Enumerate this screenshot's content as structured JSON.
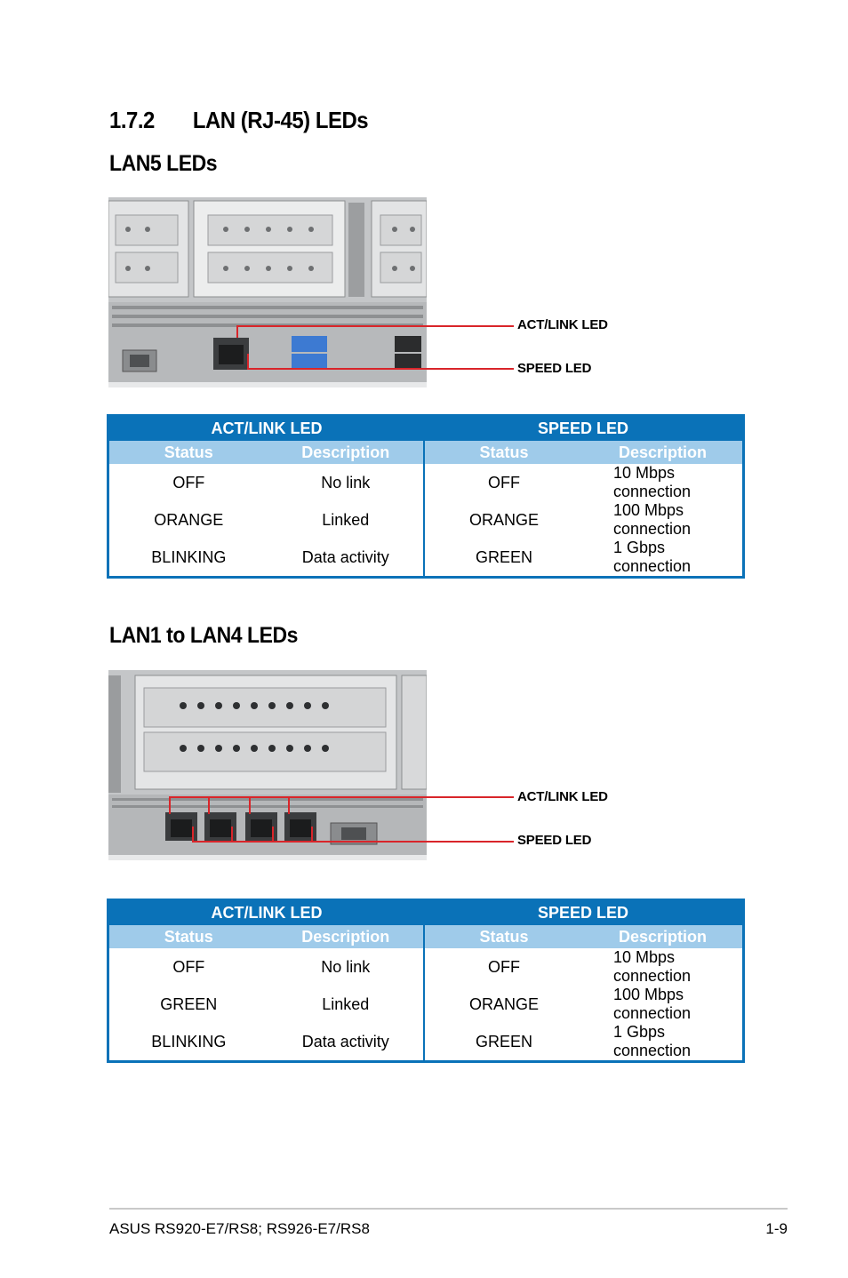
{
  "section": {
    "number": "1.7.2",
    "title": "LAN (RJ-45) LEDs"
  },
  "lan5": {
    "heading": "LAN5 LEDs",
    "callouts": {
      "act_link": "ACT/LINK LED",
      "speed": "SPEED LED"
    },
    "table": {
      "group_left": "ACT/LINK LED",
      "group_right": "SPEED LED",
      "col_status": "Status",
      "col_description": "Description",
      "rows": [
        {
          "act_status": "OFF",
          "act_desc": "No link",
          "speed_status": "OFF",
          "speed_desc": "10 Mbps connection"
        },
        {
          "act_status": "ORANGE",
          "act_desc": "Linked",
          "speed_status": "ORANGE",
          "speed_desc": "100 Mbps connection"
        },
        {
          "act_status": "BLINKING",
          "act_desc": "Data activity",
          "speed_status": "GREEN",
          "speed_desc": "1 Gbps connection"
        }
      ]
    }
  },
  "lan1to4": {
    "heading": "LAN1 to LAN4 LEDs",
    "callouts": {
      "act_link": "ACT/LINK LED",
      "speed": "SPEED LED"
    },
    "table": {
      "group_left": "ACT/LINK LED",
      "group_right": "SPEED LED",
      "col_status": "Status",
      "col_description": "Description",
      "rows": [
        {
          "act_status": "OFF",
          "act_desc": "No link",
          "speed_status": "OFF",
          "speed_desc": "10 Mbps connection"
        },
        {
          "act_status": "GREEN",
          "act_desc": "Linked",
          "speed_status": "ORANGE",
          "speed_desc": "100 Mbps connection"
        },
        {
          "act_status": "BLINKING",
          "act_desc": "Data activity",
          "speed_status": "GREEN",
          "speed_desc": "1 Gbps connection"
        }
      ]
    }
  },
  "footer": {
    "left": "ASUS RS920-E7/RS8; RS926-E7/RS8",
    "right": "1-9"
  },
  "colors": {
    "table_header": "#0a72b8",
    "table_subheader": "#9fcbea",
    "callout_line": "#d9252a"
  }
}
